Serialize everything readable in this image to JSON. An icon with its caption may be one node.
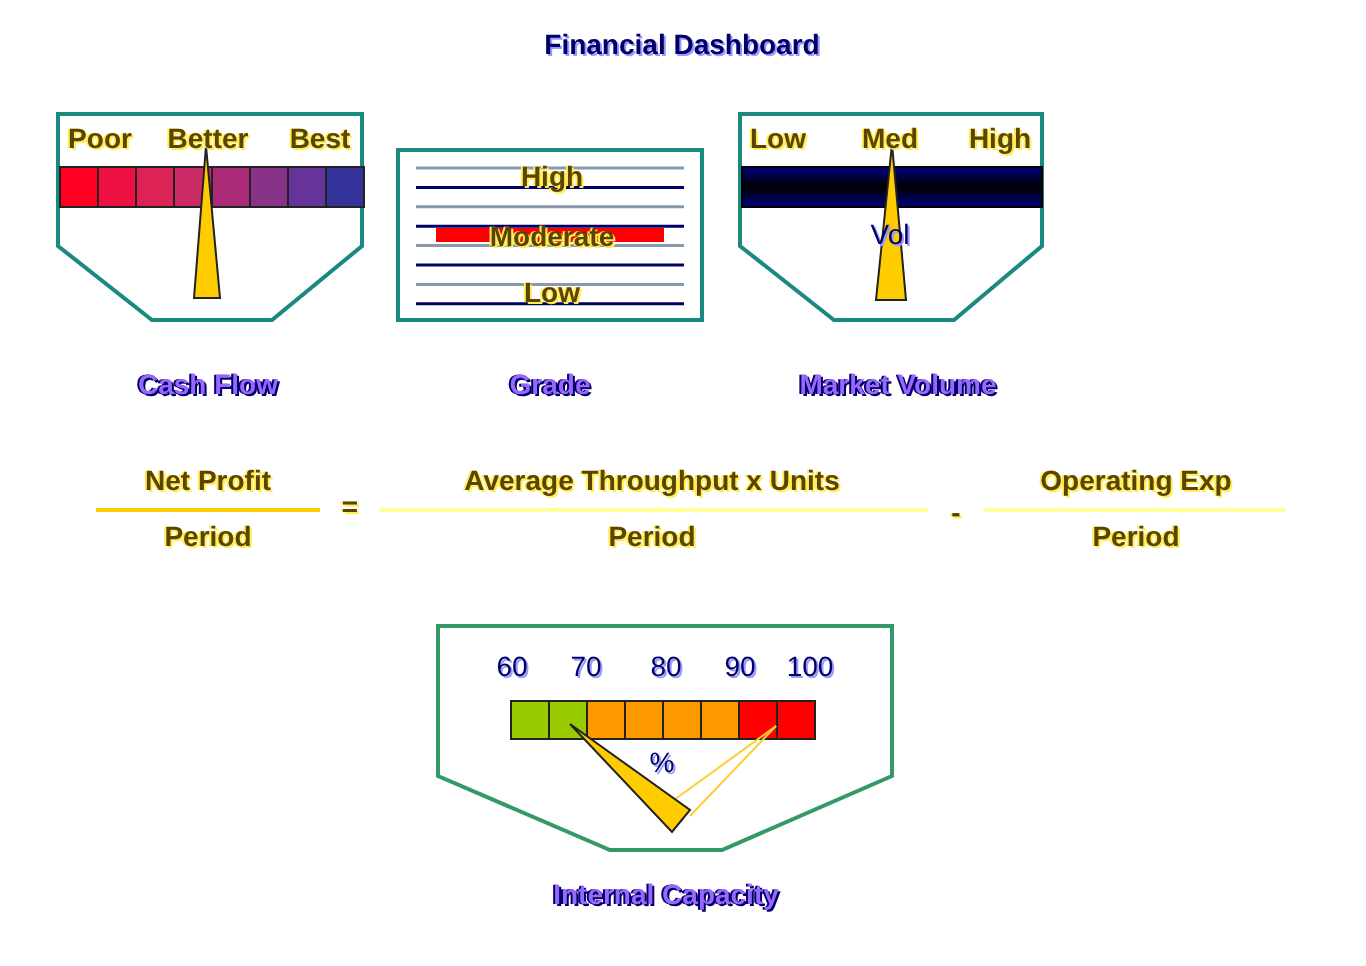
{
  "diagram": {
    "title": "Financial Dashboard",
    "nodes": [
      {
        "text": [
          "Poor",
          "Better",
          "Best"
        ],
        "beside": [
          "Cash Flow"
        ]
      },
      {
        "text": [
          "High",
          "Moderate",
          "Low"
        ],
        "beside": [
          "Grade"
        ]
      },
      {
        "text": [
          "Low",
          "Med",
          "High",
          "Vol"
        ],
        "beside": [
          "Market Volume"
        ]
      },
      {
        "text": [
          "60",
          "70",
          "80",
          "90",
          "100",
          "%"
        ],
        "beside": [
          "Internal Capacity"
        ]
      }
    ],
    "edges": [],
    "labels": [
      "Net Profit",
      "Period",
      "=",
      "Average Throughput x Units",
      "Period",
      "-",
      "Operating Exp",
      "Period"
    ]
  }
}
